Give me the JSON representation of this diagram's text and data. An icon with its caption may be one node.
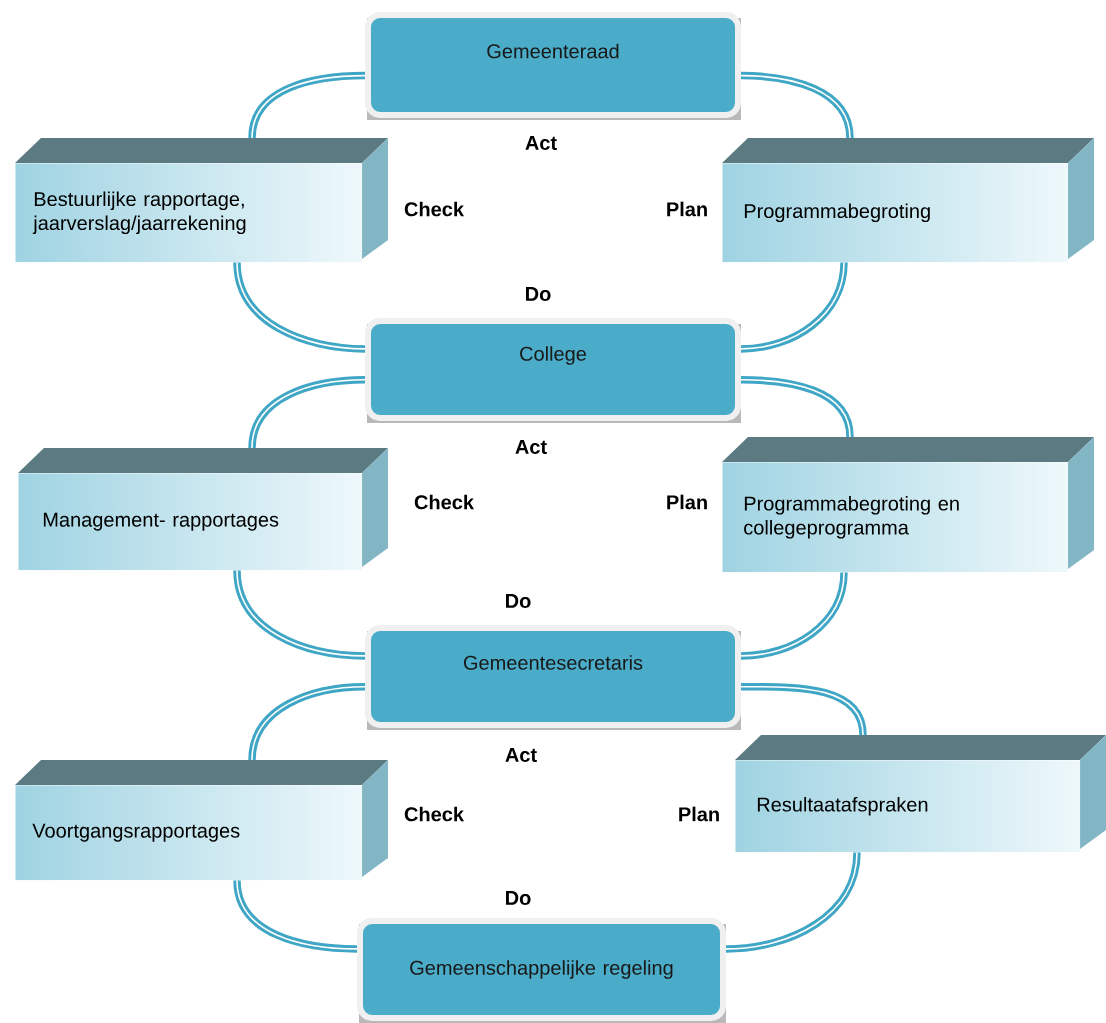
{
  "diagram": {
    "nodes": [
      {
        "text": [
          "Gemeenteraad"
        ]
      },
      {
        "text": [
          "Bestuurlijke rapportage, jaarverslag/jaarrekening"
        ]
      },
      {
        "text": [
          "Programmabegroting"
        ]
      },
      {
        "text": [
          "College"
        ]
      },
      {
        "text": [
          "Management- rapportages"
        ]
      },
      {
        "text": [
          "Programmabegroting en collegeprogramma"
        ]
      },
      {
        "text": [
          "Gemeentesecretaris"
        ]
      },
      {
        "text": [
          "Voortgangsrapportages"
        ]
      },
      {
        "text": [
          "Resultaatafspraken"
        ]
      },
      {
        "text": [
          "Gemeenschappelijke regeling"
        ]
      }
    ],
    "edges": [
      {
        "from": 0,
        "to": 2,
        "arrow": "none"
      },
      {
        "from": 2,
        "to": 3,
        "arrow": "none"
      },
      {
        "from": 0,
        "to": 1,
        "arrow": "none"
      },
      {
        "from": 1,
        "to": 3,
        "arrow": "none"
      },
      {
        "from": 3,
        "to": 5,
        "arrow": "none"
      },
      {
        "from": 5,
        "to": 6,
        "arrow": "none"
      },
      {
        "from": 3,
        "to": 4,
        "arrow": "none"
      },
      {
        "from": 4,
        "to": 6,
        "arrow": "none"
      },
      {
        "from": 6,
        "to": 8,
        "arrow": "none"
      },
      {
        "from": 8,
        "to": 9,
        "arrow": "none"
      },
      {
        "from": 6,
        "to": 7,
        "arrow": "none"
      },
      {
        "from": 7,
        "to": 9,
        "arrow": "none"
      }
    ],
    "labels": [
      "Act",
      "Check",
      "Plan",
      "Do",
      "Act",
      "Check",
      "Plan",
      "Do",
      "Act",
      "Check",
      "Plan",
      "Do"
    ]
  }
}
